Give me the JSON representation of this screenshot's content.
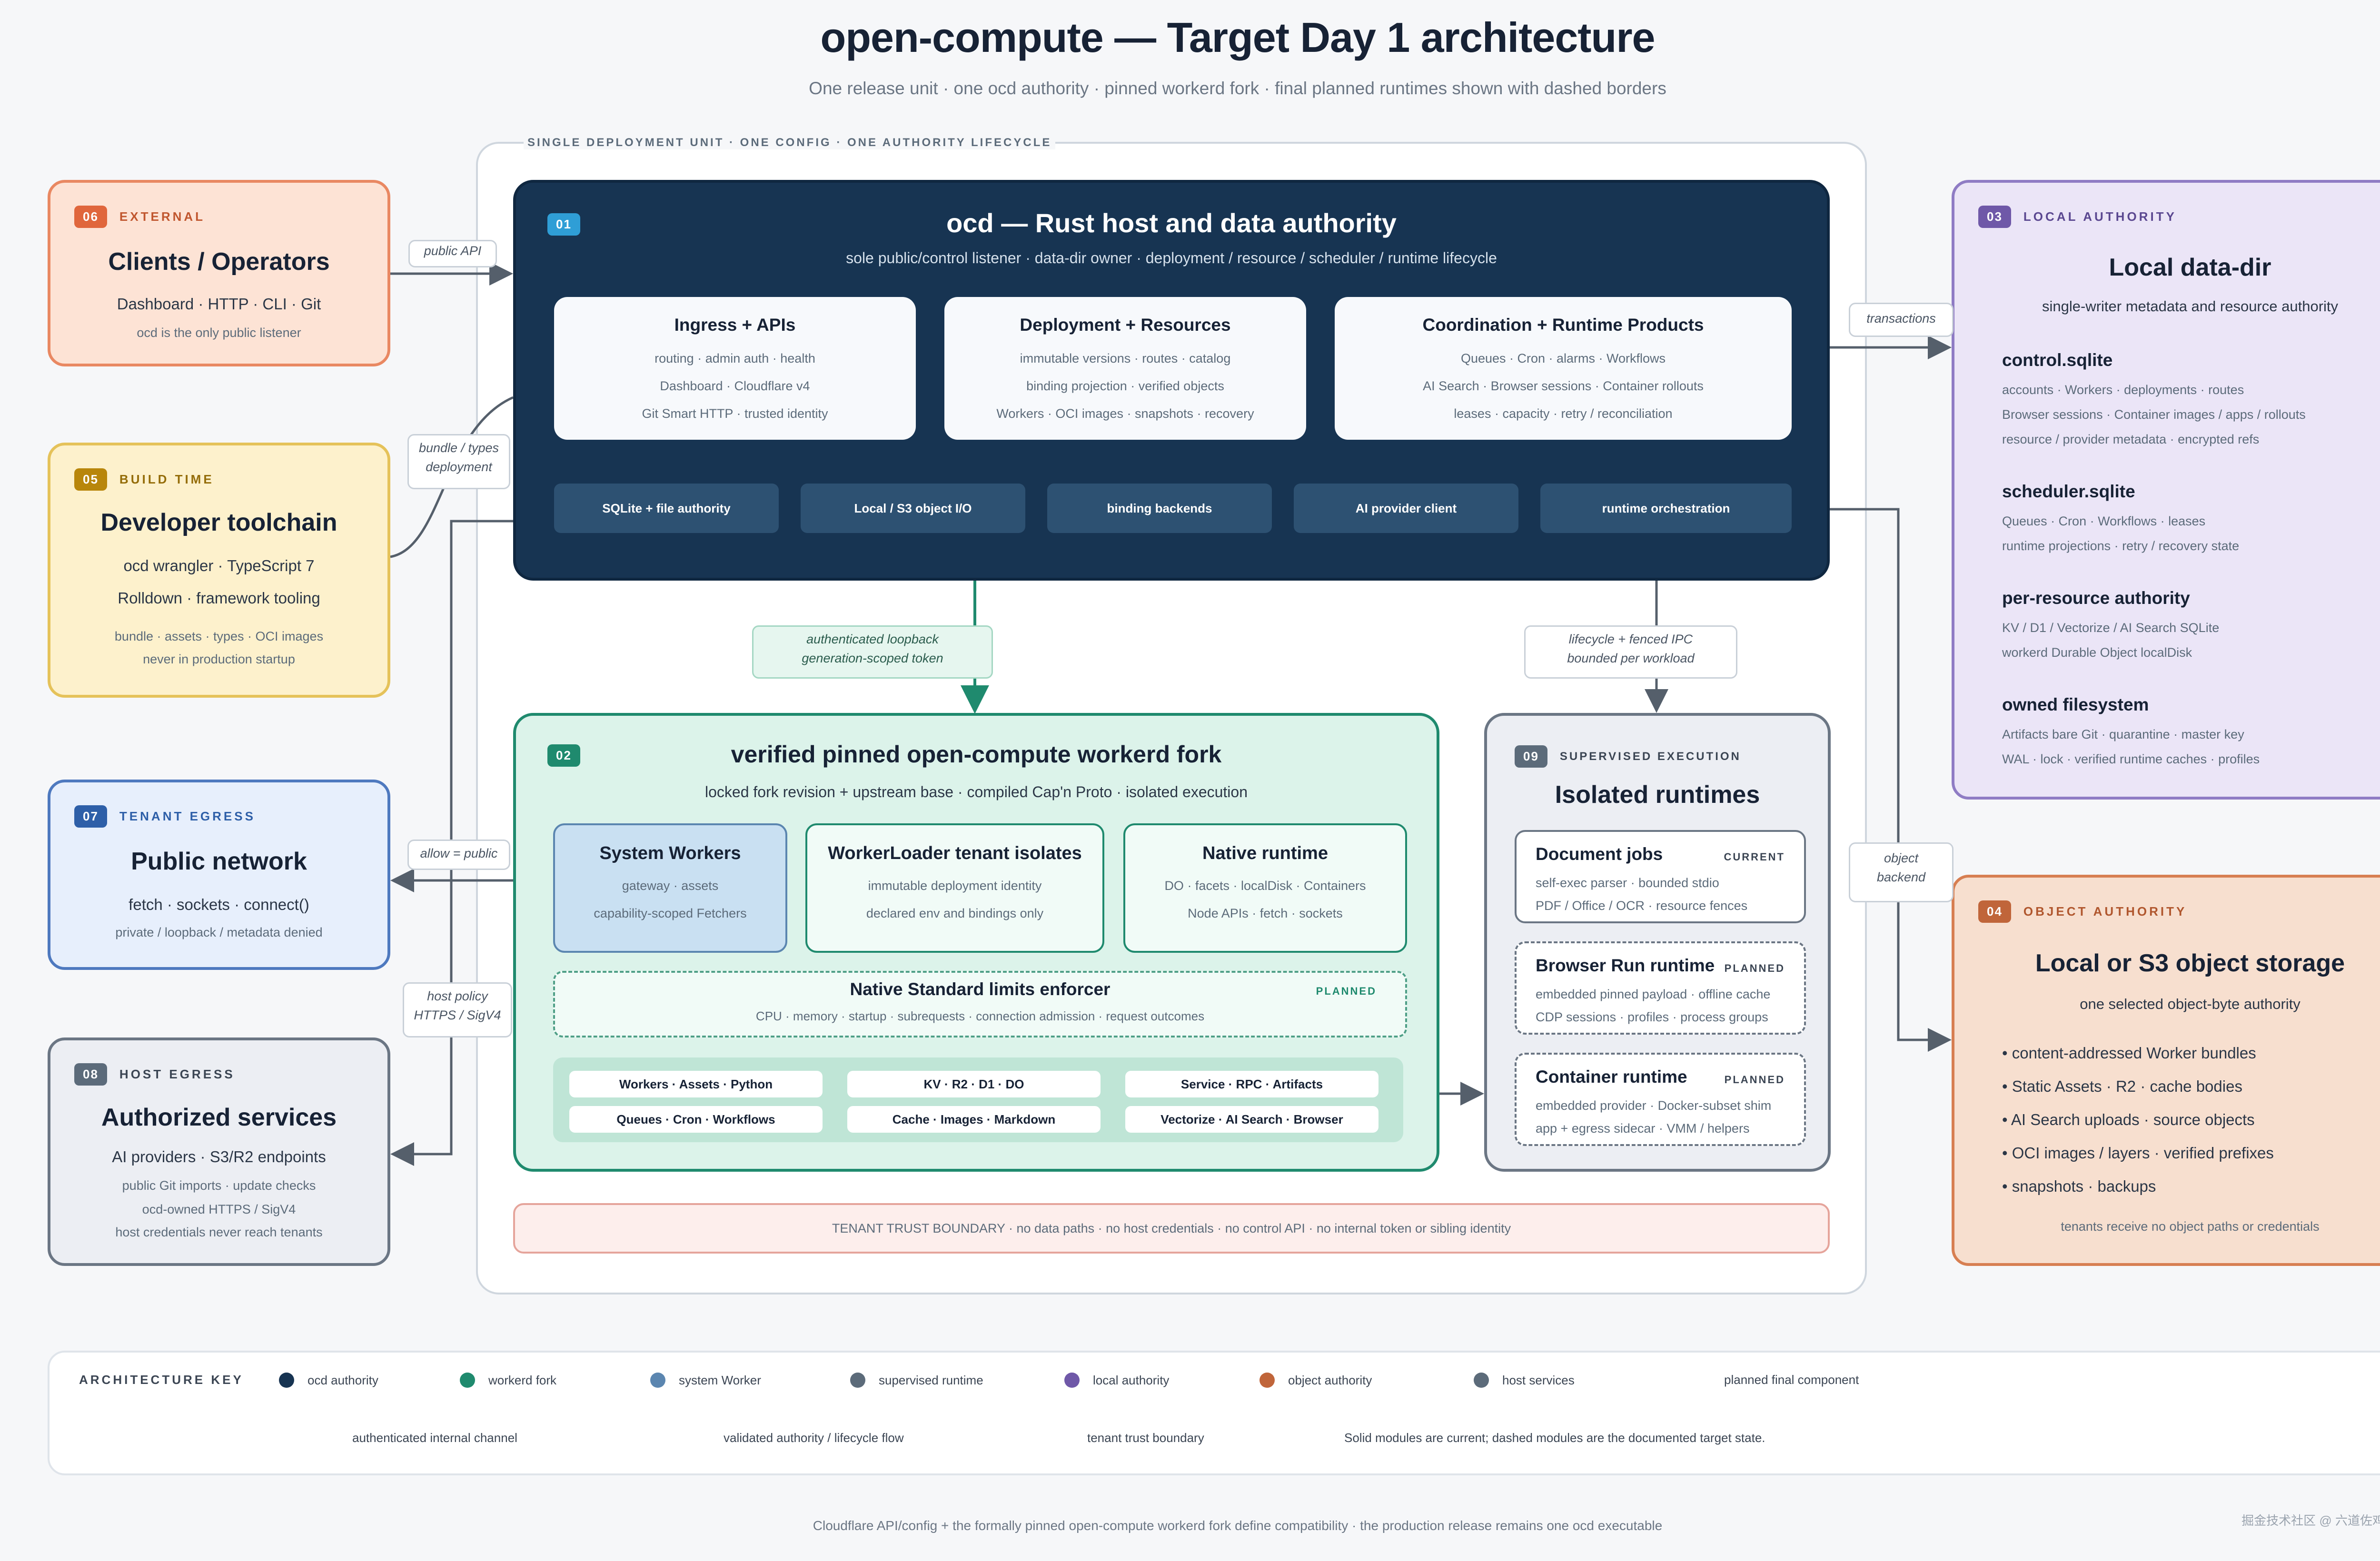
{
  "header": {
    "title": "open-compute — Target Day 1 architecture",
    "subtitle": "One release unit · one ocd authority · pinned workerd fork · final planned runtimes shown with dashed borders"
  },
  "deployment_unit_label": "SINGLE DEPLOYMENT UNIT · ONE CONFIG · ONE AUTHORITY LIFECYCLE",
  "clients": {
    "badge": "06",
    "tag": "EXTERNAL",
    "title": "Clients / Operators",
    "line1": "Dashboard · HTTP · CLI · Git",
    "note": "ocd is the only public listener",
    "color": "#e0663c"
  },
  "toolchain": {
    "badge": "05",
    "tag": "BUILD TIME",
    "title": "Developer toolchain",
    "line1": "ocd wrangler · TypeScript 7",
    "line2": "Rolldown · framework tooling",
    "note1": "bundle · assets · types · OCI images",
    "note2": "never in production startup",
    "color": "#b8860b"
  },
  "public_net": {
    "badge": "07",
    "tag": "TENANT EGRESS",
    "title": "Public network",
    "line1": "fetch · sockets · connect()",
    "note": "private / loopback / metadata denied",
    "color": "#2e5fa8"
  },
  "host_egress": {
    "badge": "08",
    "tag": "HOST EGRESS",
    "title": "Authorized services",
    "line1": "AI providers · S3/R2 endpoints",
    "note1": "public Git imports · update checks",
    "note2": "ocd-owned HTTPS / SigV4",
    "note3": "host credentials never reach tenants",
    "color": "#5c6b7a"
  },
  "ocd": {
    "badge": "01",
    "title": "ocd — Rust host and data authority",
    "subtitle": "sole public/control listener · data-dir owner · deployment / resource / scheduler / runtime lifecycle",
    "boxes": [
      {
        "title": "Ingress + APIs",
        "lines": [
          "routing · admin auth · health",
          "Dashboard · Cloudflare v4",
          "Git Smart HTTP · trusted identity"
        ]
      },
      {
        "title": "Deployment + Resources",
        "lines": [
          "immutable versions · routes · catalog",
          "binding projection · verified objects",
          "Workers · OCI images · snapshots · recovery"
        ]
      },
      {
        "title": "Coordination + Runtime Products",
        "lines": [
          "Queues · Cron · alarms · Workflows",
          "AI Search · Browser sessions · Container rollouts",
          "leases · capacity · retry / reconciliation"
        ]
      }
    ],
    "pills": [
      "SQLite + file authority",
      "Local / S3 object I/O",
      "binding backends",
      "AI provider client",
      "runtime orchestration"
    ]
  },
  "workerd": {
    "badge": "02",
    "title": "verified pinned open-compute workerd fork",
    "subtitle": "locked fork revision + upstream base · compiled Cap'n Proto · isolated execution",
    "boxes": [
      {
        "title": "System Workers",
        "lines": [
          "gateway · assets",
          "capability-scoped Fetchers"
        ]
      },
      {
        "title": "WorkerLoader tenant isolates",
        "lines": [
          "immutable deployment identity",
          "declared env and bindings only"
        ]
      },
      {
        "title": "Native runtime",
        "lines": [
          "DO · facets · localDisk · Containers",
          "Node APIs · fetch · sockets"
        ]
      }
    ],
    "enforcer": {
      "title": "Native Standard limits enforcer",
      "status": "PLANNED",
      "line": "CPU · memory · startup · subrequests · connection admission · request outcomes"
    },
    "modules": [
      "Workers · Assets · Python",
      "KV · R2 · D1 · DO",
      "Service · RPC · Artifacts",
      "Queues · Cron · Workflows",
      "Cache · Images · Markdown",
      "Vectorize · AI Search · Browser"
    ]
  },
  "runtimes": {
    "badge": "09",
    "tag": "SUPERVISED EXECUTION",
    "title": "Isolated runtimes",
    "items": [
      {
        "title": "Document jobs",
        "status": "CURRENT",
        "lines": [
          "self-exec parser · bounded stdio",
          "PDF / Office / OCR · resource fences"
        ]
      },
      {
        "title": "Browser Run runtime",
        "status": "PLANNED",
        "lines": [
          "embedded pinned payload · offline cache",
          "CDP sessions · profiles · process groups"
        ]
      },
      {
        "title": "Container runtime",
        "status": "PLANNED",
        "lines": [
          "embedded provider · Docker-subset shim",
          "app + egress sidecar · VMM / helpers"
        ]
      }
    ]
  },
  "trust_boundary": "TENANT TRUST BOUNDARY · no data paths · no host credentials · no control API · no internal token or sibling identity",
  "local_authority": {
    "badge": "03",
    "tag": "LOCAL AUTHORITY",
    "title": "Local data-dir",
    "subtitle": "single-writer metadata and resource authority",
    "sections": [
      {
        "title": "control.sqlite",
        "lines": [
          "accounts · Workers · deployments · routes",
          "Browser sessions · Container images / apps / rollouts",
          "resource / provider metadata · encrypted refs"
        ]
      },
      {
        "title": "scheduler.sqlite",
        "lines": [
          "Queues · Cron · Workflows · leases",
          "runtime projections · retry / recovery state"
        ]
      },
      {
        "title": "per-resource authority",
        "lines": [
          "KV / D1 / Vectorize / AI Search SQLite",
          "workerd Durable Object localDisk"
        ]
      },
      {
        "title": "owned filesystem",
        "lines": [
          "Artifacts bare Git · quarantine · master key",
          "WAL · lock · verified runtime caches · profiles"
        ]
      }
    ]
  },
  "object_authority": {
    "badge": "04",
    "tag": "OBJECT AUTHORITY",
    "title": "Local or S3 object storage",
    "subtitle": "one selected object-byte authority",
    "items": [
      "• content-addressed Worker bundles",
      "• Static Assets · R2 · cache bodies",
      "• AI Search uploads · source objects",
      "• OCI images / layers · verified prefixes",
      "• snapshots · backups"
    ],
    "note": "tenants receive no object paths or credentials"
  },
  "edge_labels": {
    "public_api": "public API",
    "bundle_1": "bundle / types",
    "bundle_2": "deployment",
    "allow_public": "allow = public",
    "host_policy_1": "host policy",
    "host_policy_2": "HTTPS / SigV4",
    "auth_loopback_1": "authenticated loopback",
    "auth_loopback_2": "generation-scoped token",
    "lifecycle_1": "lifecycle + fenced IPC",
    "lifecycle_2": "bounded per workload",
    "transactions": "transactions",
    "object_backend_1": "object",
    "object_backend_2": "backend"
  },
  "key": {
    "title": "ARCHITECTURE KEY",
    "items": [
      {
        "label": "ocd authority",
        "color": "#173452"
      },
      {
        "label": "workerd fork",
        "color": "#1f8a6e"
      },
      {
        "label": "system Worker",
        "color": "#5b86b0"
      },
      {
        "label": "supervised runtime",
        "color": "#5c6b7a"
      },
      {
        "label": "local authority",
        "color": "#6f58a8"
      },
      {
        "label": "object authority",
        "color": "#c0653a"
      },
      {
        "label": "host services",
        "color": "#5c6b7a"
      }
    ],
    "planned": "planned final component",
    "auth_channel": "authenticated internal channel",
    "validated_flow": "validated authority / lifecycle flow",
    "trust_boundary": "tenant trust boundary",
    "note": "Solid modules are current; dashed modules are the documented target state."
  },
  "footer": "Cloudflare API/config + the formally pinned open-compute workerd fork define compatibility · the production release remains one ocd executable",
  "watermark": "掘金技术社区 @ 六道佐鸡巫土移动师"
}
